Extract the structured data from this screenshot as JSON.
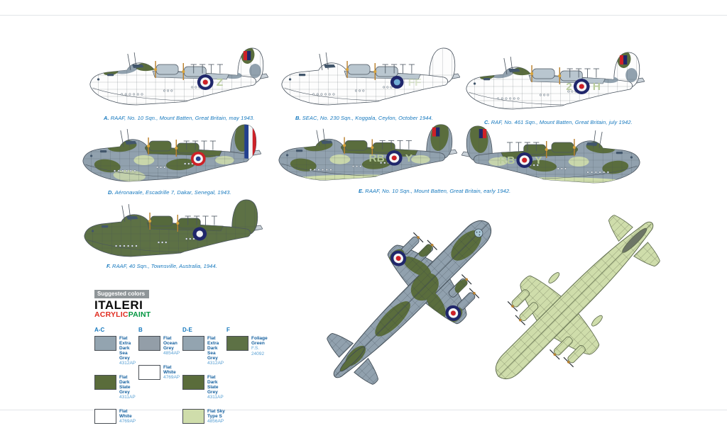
{
  "captions": [
    {
      "letter": "A.",
      "text": "RAAF, No. 10 Sqn., Mount Batten, Great Britain, may 1943."
    },
    {
      "letter": "B.",
      "text": "SEAC, No. 230 Sqn., Koggala, Ceylon, October 1944."
    },
    {
      "letter": "C.",
      "text": "RAF, No. 461 Sqn., Mount Batten, Great Britain, july 1942."
    },
    {
      "letter": "D.",
      "text": "Aéronavale, Escadrille 7, Dakar, Senegal, 1943."
    },
    {
      "letter": "E.",
      "text": "RAAF, No. 10 Sqn., Mount Batten, Great Britain, early 1942."
    },
    {
      "letter": "F.",
      "text": "RAAF, 40 Sqn., Townsville, Australia, 1944."
    }
  ],
  "legend": {
    "badge": "Suggested colors",
    "brand": "ITALERI",
    "acrylic": "ACRYLIC",
    "paint": "PAINT",
    "columns": [
      {
        "label": "A-C",
        "swatches": [
          {
            "name": "Flat Extra Dark Sea Grey",
            "code": "4312AP",
            "color": "#93a4b0"
          },
          {
            "name": "Flat Dark Slate Grey",
            "code": "4311AP",
            "color": "#5a6c3b"
          },
          {
            "name": "Flat White",
            "code": "4769AP",
            "color": "#ffffff"
          }
        ]
      },
      {
        "label": "B",
        "swatches": [
          {
            "name": "Flat Ocean Grey",
            "code": "4854AP",
            "color": "#939ea8"
          },
          {
            "name": "Flat White",
            "code": "4769AP",
            "color": "#ffffff"
          }
        ]
      },
      {
        "label": "D-E",
        "swatches": [
          {
            "name": "Flat Extra Dark Sea Grey",
            "code": "4312AP",
            "color": "#93a4b0"
          },
          {
            "name": "Flat Dark Slate Grey",
            "code": "4311AP",
            "color": "#5a6c3b"
          },
          {
            "name": "Flat Sky Type S",
            "code": "4856AP",
            "color": "#cfddab"
          }
        ]
      },
      {
        "label": "F",
        "swatches": [
          {
            "name": "Foliage Green",
            "code": "F.S. 24092",
            "color": "#5d7145"
          }
        ]
      }
    ]
  },
  "colors": {
    "caption_blue": "#1578be",
    "line": "#4b5560",
    "shade": "#c9d1d8",
    "camo_grey": "#91a1ae",
    "camo_green": "#5a6d3d",
    "sky": "#cfddab",
    "foliage_green": "#5d7145",
    "hull_white": "#fdfdfd",
    "wing_grey": "#b9c6cf",
    "canopy": "#42566b",
    "prop": "#b9812f",
    "spinner": "#d8a43c",
    "roundel_blue": "#20276b",
    "roundel_red": "#ce2127",
    "seac_inner": "#71aed6",
    "french_blue": "#23408f",
    "code_pale_green": "#b7cb99"
  },
  "schemes": {
    "A": {
      "base": "white",
      "topCamo": true,
      "roundel": "raf",
      "finFlash": true,
      "codeRear": "Z"
    },
    "B": {
      "base": "white",
      "roundel": "seac",
      "codeRear": "FF",
      "faint": true
    },
    "C": {
      "base": "white",
      "topCamo": true,
      "roundel": "raf",
      "finFlash": true,
      "codeFront": "2",
      "codeRear": "H"
    },
    "D": {
      "base": "camo",
      "roundel": "french",
      "rudderStripes": true
    },
    "E": {
      "base": "camo",
      "bottomSky": true,
      "roundel": "raf",
      "finFlash": true,
      "codeFront": "RB",
      "codeRear": "Y"
    },
    "E2": {
      "base": "camo",
      "bottomSky": true,
      "roundel": "raf",
      "finFlash": true,
      "codeFront": "RB",
      "codeRear": "Y",
      "mirrored": true
    },
    "F": {
      "base": "green",
      "roundel": "raaf"
    }
  }
}
